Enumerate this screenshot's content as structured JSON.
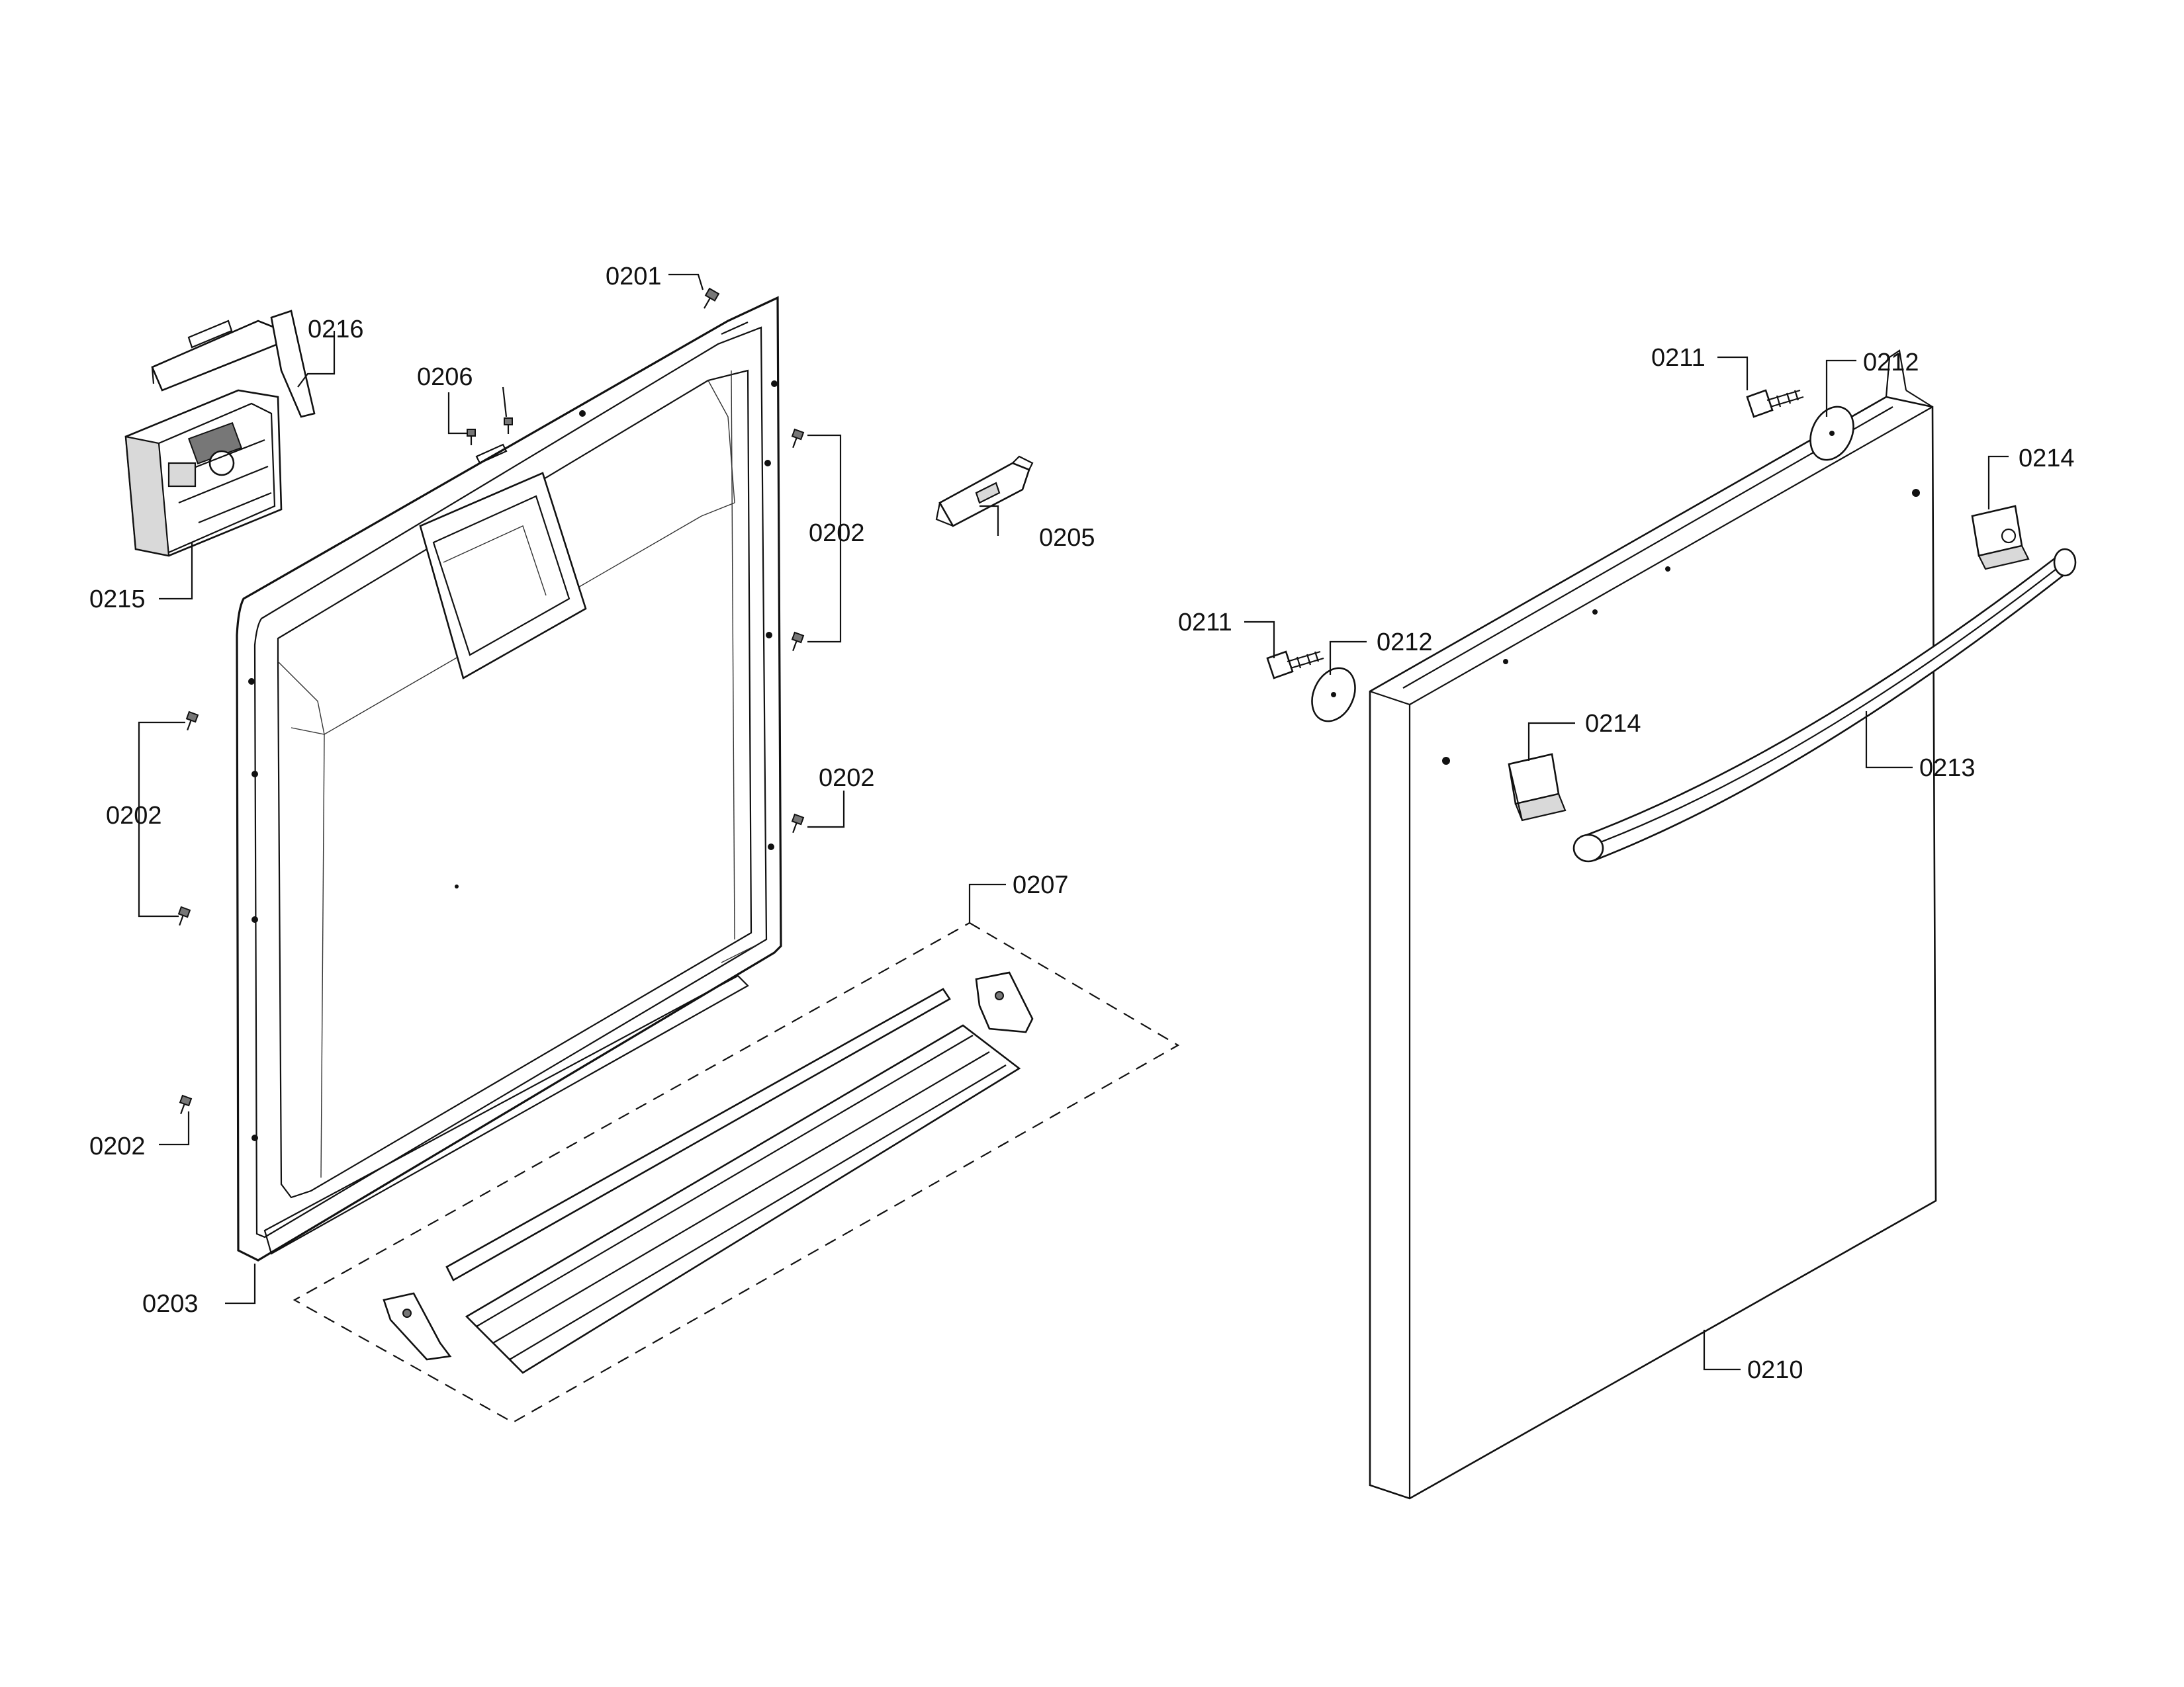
{
  "labels": {
    "l0201": "0201",
    "l0216": "0216",
    "l0206": "0206",
    "l0202_top": "0202",
    "l0205": "0205",
    "l0215": "0215",
    "l0202_left": "0202",
    "l0202_mid": "0202",
    "l0207": "0207",
    "l0202_bottom": "0202",
    "l0203": "0203",
    "l0211_top": "0211",
    "l0212_top": "0212",
    "l0214_top": "0214",
    "l0211_left": "0211",
    "l0212_left": "0212",
    "l0214_left": "0214",
    "l0213": "0213",
    "l0210": "0210"
  }
}
